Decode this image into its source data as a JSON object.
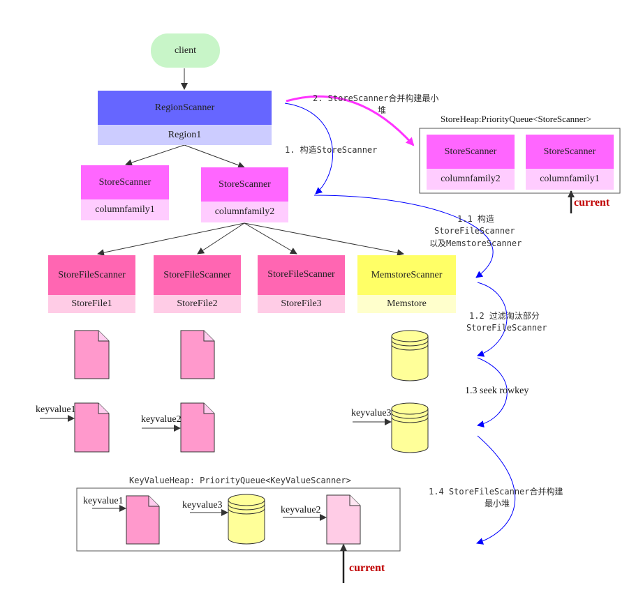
{
  "client": "client",
  "region_scanner": {
    "title": "RegionScanner",
    "sub": "Region1"
  },
  "store_scanners": [
    {
      "title": "StoreScanner",
      "sub": "columnfamily1"
    },
    {
      "title": "StoreScanner",
      "sub": "columnfamily2"
    }
  ],
  "file_scanners": [
    {
      "title": "StoreFileScanner",
      "sub": "StoreFile1"
    },
    {
      "title": "StoreFileScanner",
      "sub": "StoreFile2"
    },
    {
      "title": "StoreFileScanner",
      "sub": "StoreFile3"
    },
    {
      "title": "MemstoreScanner",
      "sub": "Memstore"
    }
  ],
  "store_heap": {
    "title": "StoreHeap:PriorityQueue<StoreScanner>",
    "items": [
      {
        "title": "StoreScanner",
        "sub": "columnfamily2"
      },
      {
        "title": "StoreScanner",
        "sub": "columnfamily1"
      }
    ],
    "current": "current"
  },
  "steps": {
    "s2_line1": "2. StoreScanner合并构建最小",
    "s2_line2": "堆",
    "s1": "1.  构造StoreScanner",
    "s11_line1": "1.1 构造",
    "s11_line2": "StoreFileScanner",
    "s11_line3": "以及MemstoreScanner",
    "s12_line1": "1.2 过滤淘汰部分",
    "s12_line2": "StoreFileScanner",
    "s13": "1.3 seek rowkey",
    "s14_line1": "1.4 StoreFileScanner合并构建",
    "s14_line2": "最小堆"
  },
  "keyvalues": {
    "kv1": "keyvalue1",
    "kv2": "keyvalue2",
    "kv3": "keyvalue3"
  },
  "kv_heap": {
    "title": "KeyValueHeap: PriorityQueue<KeyValueScanner>",
    "kv1": "keyvalue1",
    "kv3": "keyvalue3",
    "kv2": "keyvalue2",
    "current": "current"
  },
  "colors": {
    "client": "#c8f5c8",
    "region_head": "#6666ff",
    "region_sub": "#ccccff",
    "store_head": "#ff66ff",
    "store_sub": "#ffccff",
    "file_head": "#ff66b2",
    "file_sub": "#ffcce6",
    "mem_head": "#ffff66",
    "mem_sub": "#ffffcc",
    "blue_arrow": "#0000ff",
    "magenta_arrow": "#ff33ff",
    "current": "#c00000"
  }
}
